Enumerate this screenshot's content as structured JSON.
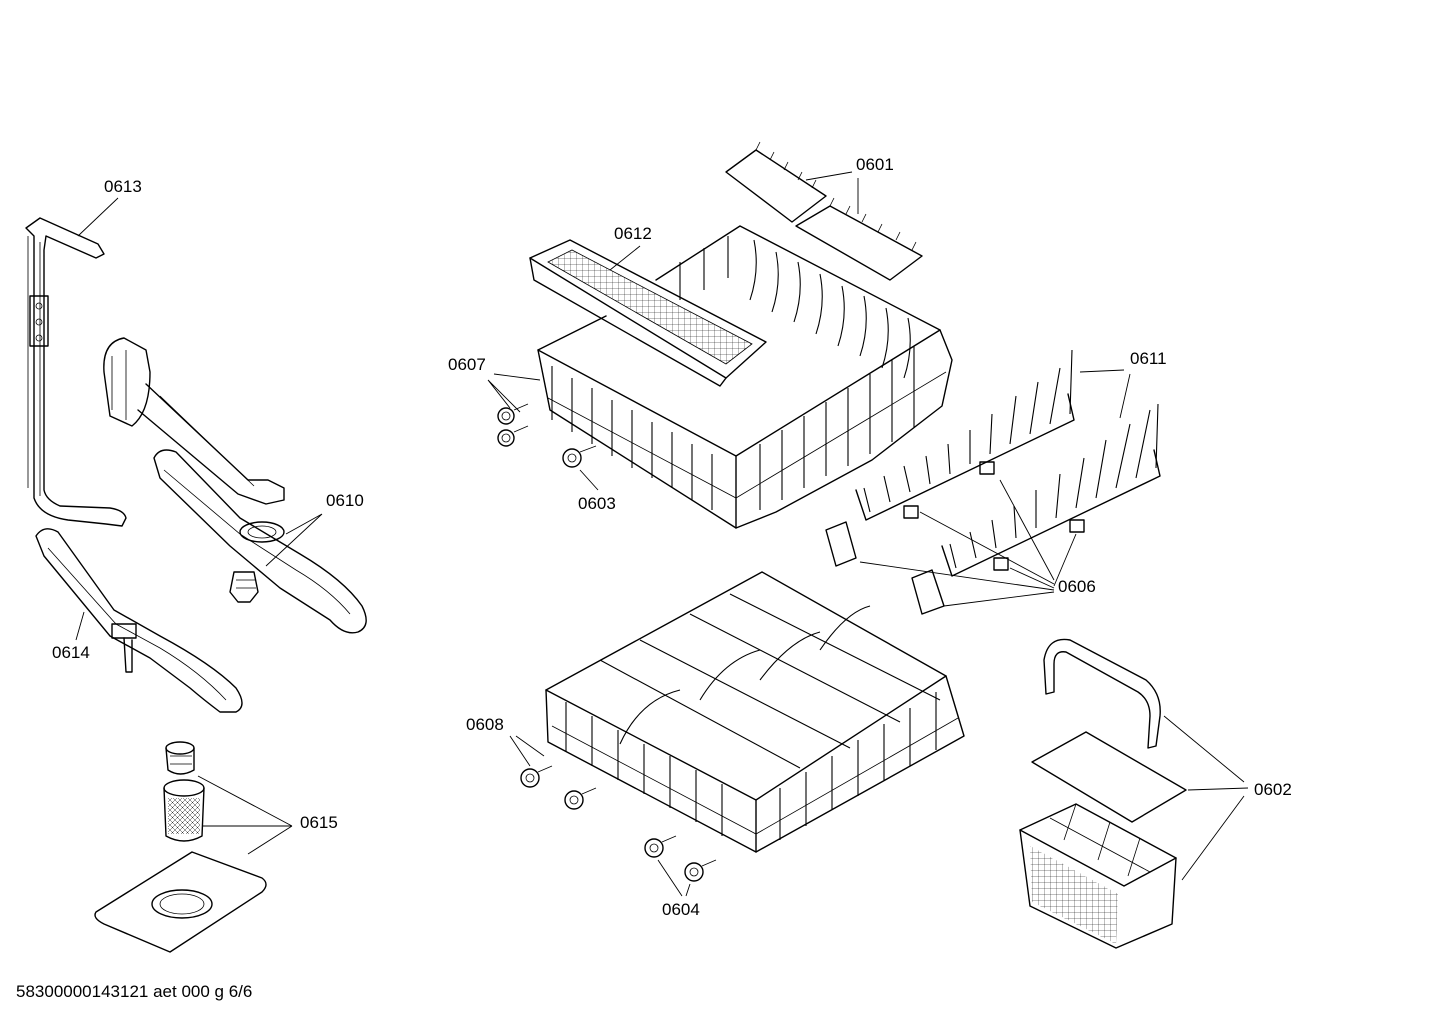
{
  "diagram": {
    "footer_code": "58300000143121 aet 000 g 6/6",
    "callouts": [
      {
        "id": "0601",
        "label": "0601"
      },
      {
        "id": "0602",
        "label": "0602"
      },
      {
        "id": "0603",
        "label": "0603"
      },
      {
        "id": "0604",
        "label": "0604"
      },
      {
        "id": "0606",
        "label": "0606"
      },
      {
        "id": "0607",
        "label": "0607"
      },
      {
        "id": "0608",
        "label": "0608"
      },
      {
        "id": "0610",
        "label": "0610"
      },
      {
        "id": "0611",
        "label": "0611"
      },
      {
        "id": "0612",
        "label": "0612"
      },
      {
        "id": "0613",
        "label": "0613"
      },
      {
        "id": "0614",
        "label": "0614"
      },
      {
        "id": "0615",
        "label": "0615"
      }
    ]
  }
}
